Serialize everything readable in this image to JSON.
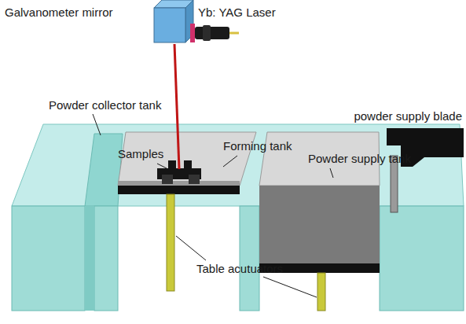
{
  "diagram": {
    "labels": [
      "Galvanometer mirror",
      "Yb: YAG Laser",
      "Powder collector tank",
      "Samples",
      "Forming tank",
      "powder supply blade",
      "Powder supply tank",
      "Table acutuators"
    ]
  }
}
